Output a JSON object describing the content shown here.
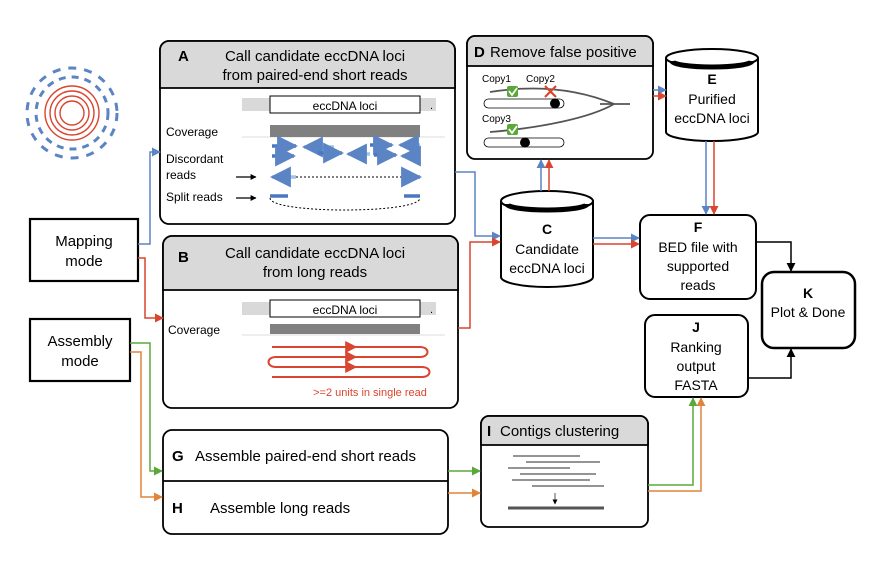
{
  "panels": {
    "a": {
      "letter": "A",
      "title_line1": "Call candidate eccDNA loci",
      "title_line2": "from paired-end short reads",
      "locus_label": "eccDNA loci",
      "dot": ".",
      "coverage": "Coverage",
      "discordant_line1": "Discordant",
      "discordant_line2": "reads",
      "split_reads": "Split reads"
    },
    "b": {
      "letter": "B",
      "title_line1": "Call candidate eccDNA loci",
      "title_line2": "from long reads",
      "locus_label": "eccDNA loci",
      "dot": ".",
      "coverage": "Coverage",
      "units_note": ">=2 units in single read"
    },
    "c": {
      "letter": "C",
      "line1": "Candidate",
      "line2": "eccDNA loci"
    },
    "d": {
      "letter": "D",
      "title": "Remove false positive",
      "copy1": "Copy1",
      "copy2": "Copy2",
      "copy3": "Copy3"
    },
    "e": {
      "letter": "E",
      "line1": "Purified",
      "line2": "eccDNA loci"
    },
    "f": {
      "letter": "F",
      "line1": "BED file with",
      "line2": "supported",
      "line3": "reads"
    },
    "g": {
      "letter": "G",
      "label": "Assemble paired-end short reads"
    },
    "h": {
      "letter": "H",
      "label": "Assemble long reads"
    },
    "i": {
      "letter": "I",
      "title": "Contigs clustering"
    },
    "j": {
      "letter": "J",
      "line1": "Ranking",
      "line2": "output",
      "line3": "FASTA"
    },
    "k": {
      "letter": "K",
      "label": "Plot & Done"
    }
  },
  "modes": {
    "mapping_line1": "Mapping",
    "mapping_line2": "mode",
    "assembly_line1": "Assembly",
    "assembly_line2": "mode"
  },
  "colors": {
    "mapping_arrow": "#5b84c4",
    "mapping_red": "#d9452f",
    "assembly_green": "#5aa83a",
    "assembly_orange": "#e0843a",
    "header_gray": "#d9d9d9",
    "read_light": "#9fc3ea",
    "read_dark": "#4a78c0",
    "coverage_gray": "#808080"
  }
}
